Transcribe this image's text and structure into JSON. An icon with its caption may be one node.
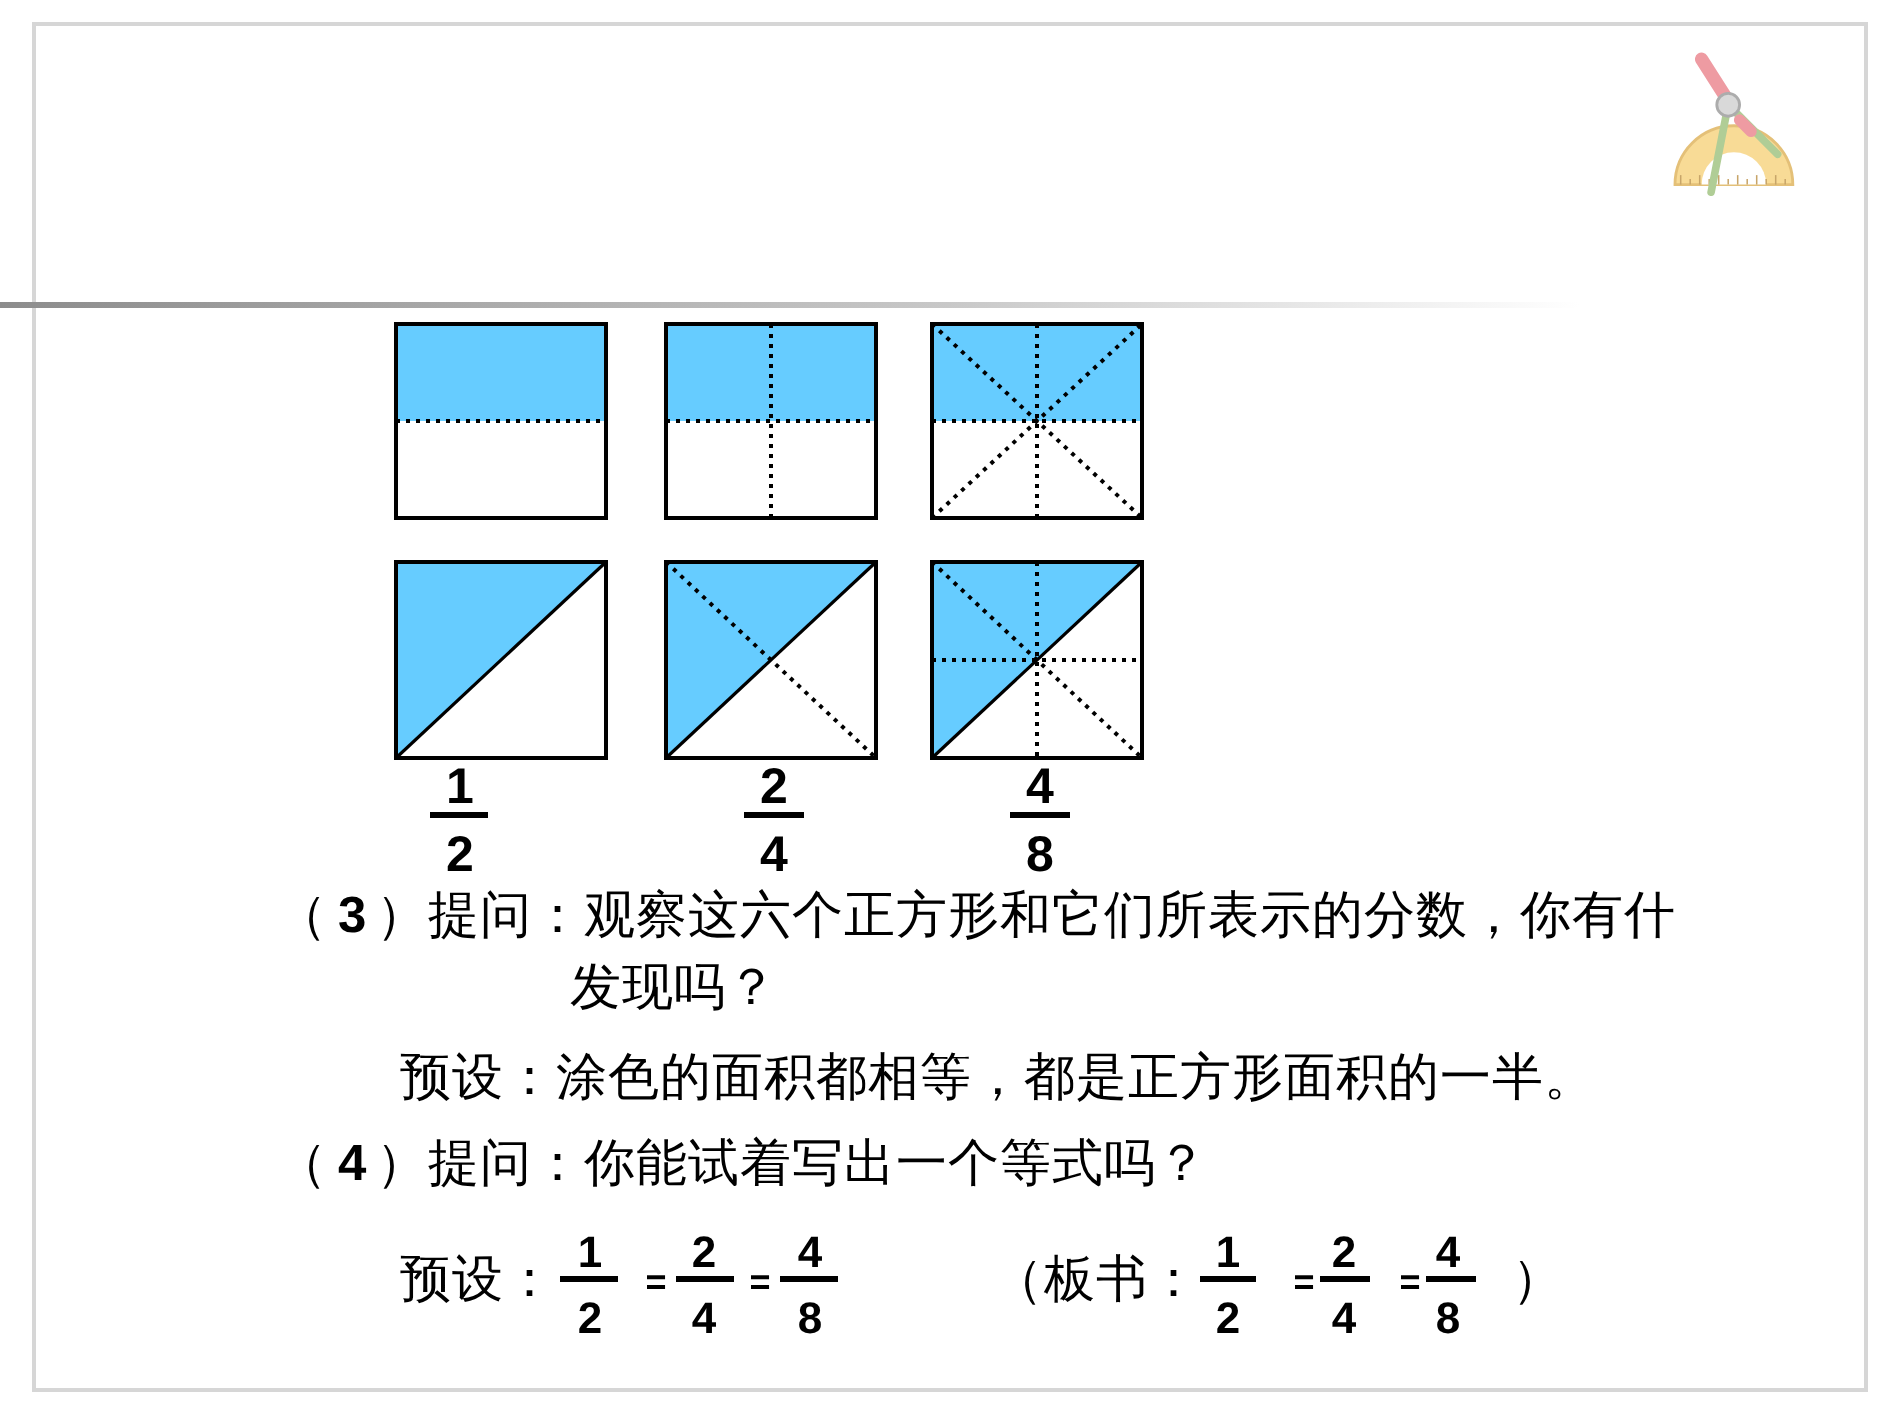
{
  "diagram": {
    "labels": [
      "1",
      "2",
      "2",
      "4",
      "4",
      "8",
      "（**3**）提问：观察这六个正方形和它们所表示的分数，你有什发现吗？",
      "预设：涂色的面积都相等，都是正方形面积的一半。",
      "（**4**）提问：你能试着写出一个等式吗？",
      "预设：",
      "1",
      "2",
      "=",
      "2",
      "4",
      "=",
      "4",
      "8",
      "（板书：",
      "1",
      "2",
      "=",
      "2",
      "4",
      "=",
      "4",
      "8",
      "）"
    ]
  }
}
